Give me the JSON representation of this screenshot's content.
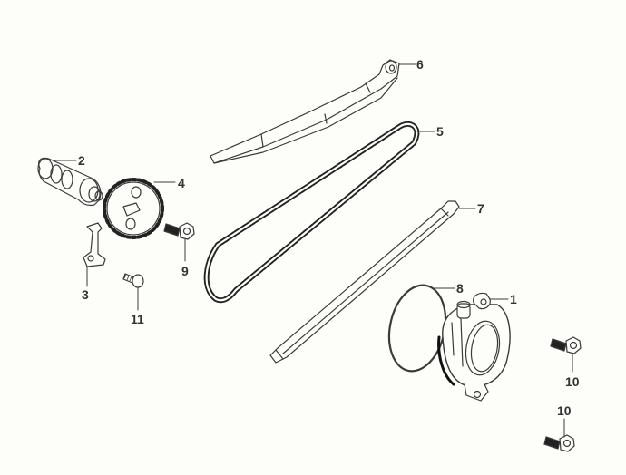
{
  "diagram": {
    "type": "exploded-parts-diagram",
    "subject": "camshaft and cam chain assembly",
    "background_color": "#fdfdf9",
    "line_color": "#3a3a3a",
    "label_color": "#333333"
  },
  "callouts": [
    {
      "number": "1",
      "part": "chain-tensioner-housing"
    },
    {
      "number": "2",
      "part": "camshaft"
    },
    {
      "number": "3",
      "part": "bracket-plate"
    },
    {
      "number": "4",
      "part": "cam-sprocket"
    },
    {
      "number": "5",
      "part": "cam-chain"
    },
    {
      "number": "6",
      "part": "chain-tensioner-guide"
    },
    {
      "number": "7",
      "part": "chain-guide"
    },
    {
      "number": "8",
      "part": "o-ring"
    },
    {
      "number": "9",
      "part": "sprocket-bolt"
    },
    {
      "number": "10",
      "part": "flange-bolt-a"
    },
    {
      "number": "10",
      "part": "flange-bolt-b"
    },
    {
      "number": "11",
      "part": "small-bolt"
    }
  ]
}
